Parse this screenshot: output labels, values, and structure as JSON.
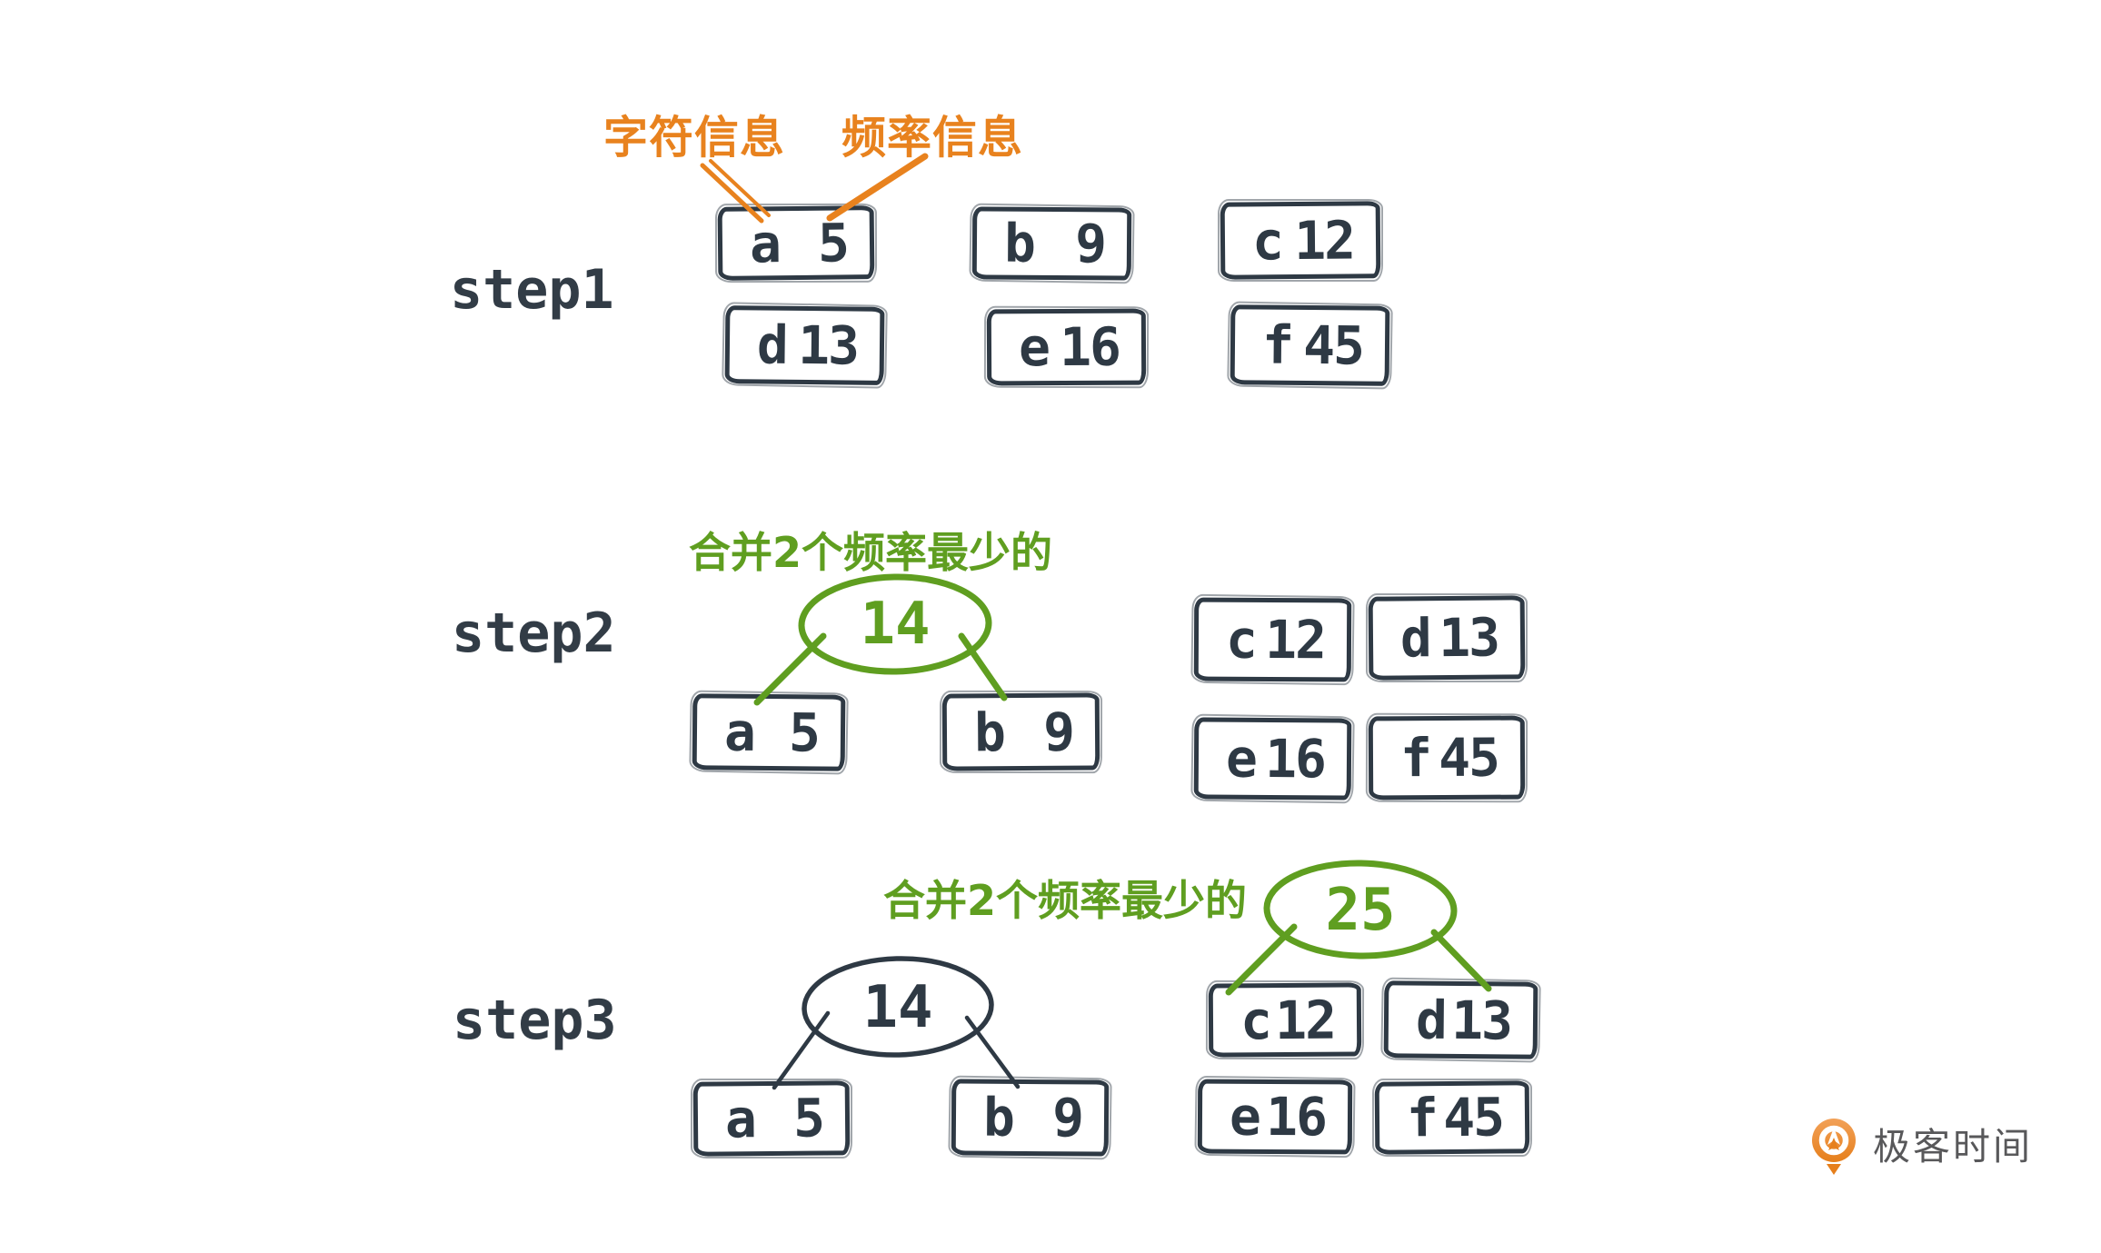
{
  "colors": {
    "background": "#ffffff",
    "ink": "#2e3944",
    "orange": "#e8821e",
    "green": "#5f9e20",
    "logo_text": "#58585a"
  },
  "annotations": {
    "char_label": "字符信息",
    "freq_label": "频率信息"
  },
  "step1": {
    "label": "step1",
    "boxes": [
      {
        "char": "a",
        "freq": "5"
      },
      {
        "char": "b",
        "freq": "9"
      },
      {
        "char": "c",
        "freq": "12"
      },
      {
        "char": "d",
        "freq": "13"
      },
      {
        "char": "e",
        "freq": "16"
      },
      {
        "char": "f",
        "freq": "45"
      }
    ]
  },
  "step2": {
    "label": "step2",
    "caption": "合并2个频率最少的",
    "merged_value": "14",
    "tree_boxes": [
      {
        "char": "a",
        "freq": "5"
      },
      {
        "char": "b",
        "freq": "9"
      }
    ],
    "pool_boxes": [
      {
        "char": "c",
        "freq": "12"
      },
      {
        "char": "d",
        "freq": "13"
      },
      {
        "char": "e",
        "freq": "16"
      },
      {
        "char": "f",
        "freq": "45"
      }
    ]
  },
  "step3": {
    "label": "step3",
    "caption": "合并2个频率最少的",
    "merged_left_value": "14",
    "merged_right_value": "25",
    "tree_boxes": [
      {
        "char": "a",
        "freq": "5"
      },
      {
        "char": "b",
        "freq": "9"
      }
    ],
    "pool_boxes": [
      {
        "char": "c",
        "freq": "12"
      },
      {
        "char": "d",
        "freq": "13"
      },
      {
        "char": "e",
        "freq": "16"
      },
      {
        "char": "f",
        "freq": "45"
      }
    ]
  },
  "logo": {
    "text": "极客时间"
  }
}
